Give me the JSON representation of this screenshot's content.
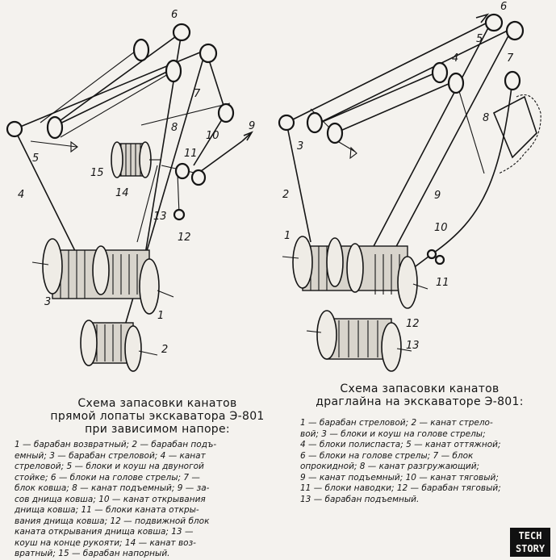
{
  "left_scheme": {
    "title_lines": [
      "Схема запасовки канатов",
      "прямой лопаты экскаватора Э-801",
      "при зависимом напоре:"
    ],
    "labels": [
      "1",
      "2",
      "3",
      "4",
      "5",
      "6",
      "7",
      "8",
      "9",
      "10",
      "11",
      "12",
      "13",
      "14",
      "15"
    ],
    "legend": [
      "1 — барабан возвратный; 2 — барабан подъ-",
      "емный; 3 — барабан стреловой; 4 — канат",
      "стреловой; 5 — блоки и коуш на двуногой",
      "стойке; 6 — блоки на голове стрелы; 7 —",
      "блок ковша; 8 — канат подъемный; 9 — за-",
      "сов днища ковша; 10 — канат открывания",
      "днища ковша; 11 — блоки каната откры-",
      "вания днища ковша; 12 — подвижной блок",
      "каната открывания днища ковша; 13 —",
      "коуш на конце рукояти; 14 — канат воз-",
      "вратный; 15 — барабан напорный."
    ]
  },
  "right_scheme": {
    "title_lines": [
      "Схема запасовки канатов",
      "драглайна на экскаваторе Э-801:"
    ],
    "labels": [
      "1",
      "2",
      "3",
      "4",
      "5",
      "6",
      "7",
      "8",
      "9",
      "10",
      "11",
      "12",
      "13"
    ],
    "legend": [
      "1 — барабан стреловой; 2 — канат стрело-",
      "вой; 3 — блоки и коуш на голове стрелы;",
      "4 — блоки полиспаста; 5 — канат оттяжной;",
      "6 — блоки на голове стрелы; 7 — блок",
      "опрокидной; 8 — канат разгружающий;",
      "9 — канат подъемный; 10 — канат тяговый;",
      "11 — блоки наводки; 12 — барабан тяговый;",
      "13 — барабан подъемный."
    ]
  },
  "badge": {
    "line1": "TECH",
    "line2": "STORY"
  }
}
